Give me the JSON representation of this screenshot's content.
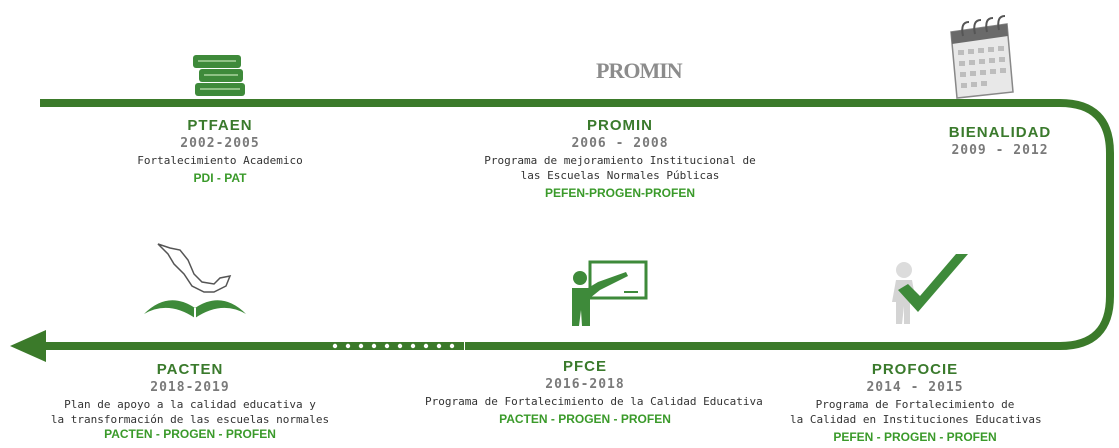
{
  "logo_text": "PROMIN",
  "colors": {
    "track": "#3b7a2a",
    "title": "#3a7a2c",
    "tag": "#3a9a2a",
    "years": "#7a7a7a"
  },
  "milestones": [
    {
      "id": "ptfaen",
      "title": "PTFAEN",
      "years": "2002-2005",
      "desc": [
        "Fortalecimiento Academico"
      ],
      "tags": "PDI - PAT",
      "icon": "books-icon"
    },
    {
      "id": "promin",
      "title": "PROMIN",
      "years": "2006 - 2008",
      "desc": [
        "Programa de mejoramiento Institucional de",
        "las Escuelas Normales Públicas"
      ],
      "tags": "PEFEN-PROGEN-PROFEN",
      "icon": "promin-logo"
    },
    {
      "id": "bienalidad",
      "title": "BIENALIDAD",
      "years": "2009 - 2012",
      "desc": [],
      "tags": "",
      "icon": "calendar-icon"
    },
    {
      "id": "profocie",
      "title": "PROFOCIE",
      "years": "2014 - 2015",
      "desc": [
        "Programa de Fortalecimiento de",
        "la Calidad en Instituciones Educativas"
      ],
      "tags": "PEFEN - PROGEN - PROFEN",
      "icon": "checkmark-icon"
    },
    {
      "id": "pfce",
      "title": "PFCE",
      "years": "2016-2018",
      "desc": [
        "Programa de Fortalecimiento de la Calidad Educativa"
      ],
      "tags": "PACTEN - PROGEN  - PROFEN",
      "icon": "teacher-board-icon"
    },
    {
      "id": "pacten",
      "title": "PACTEN",
      "years": "2018-2019",
      "desc": [
        "Plan de apoyo a la calidad educativa y",
        "la transformación de las escuelas normales"
      ],
      "tags": "PACTEN - PROGEN  - PROFEN",
      "icon": "mexico-book-icon"
    }
  ]
}
